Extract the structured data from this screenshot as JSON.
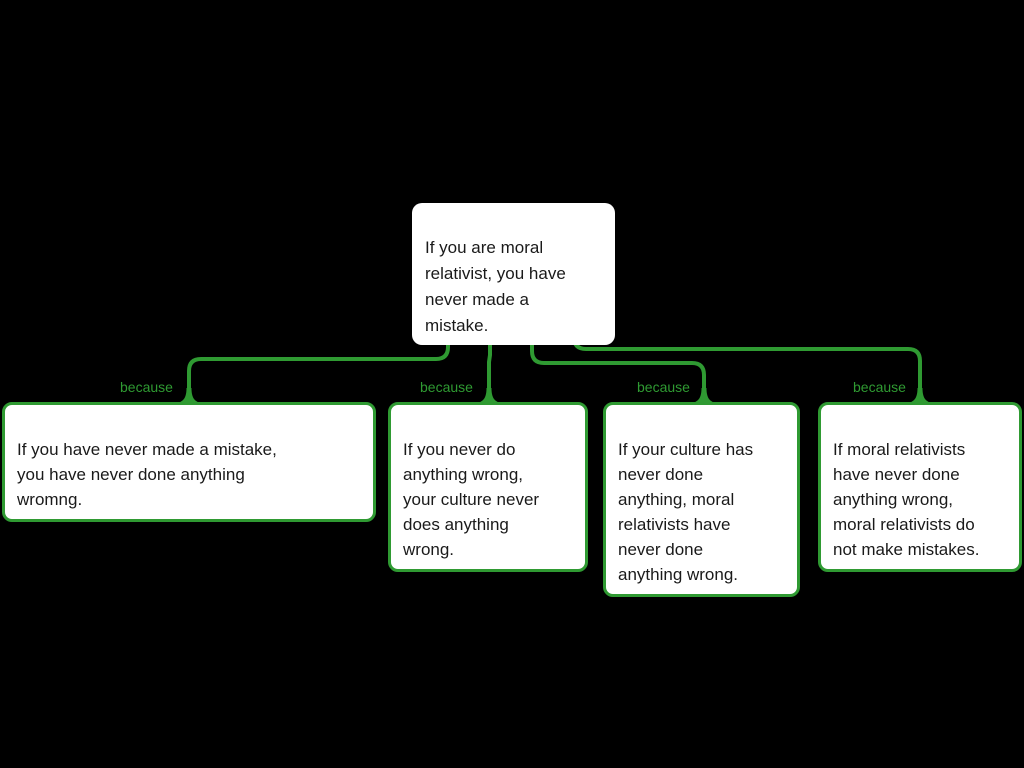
{
  "colors": {
    "background": "#000000",
    "green": "#2f9a32",
    "box_fill": "#ffffff",
    "text": "#1a1a1a"
  },
  "diagram": {
    "root": {
      "text": "If you are moral\nrelativist, you have\nnever made a\nmistake."
    },
    "reasons": [
      {
        "label": "because",
        "text": "If you have never made a mistake,\nyou have never done anything\nwromng."
      },
      {
        "label": "because",
        "text": "If you never do\nanything wrong,\nyour culture never\ndoes anything\nwrong."
      },
      {
        "label": "because",
        "text": "If your culture has\nnever done\nanything, moral\nrelativists have\nnever done\nanything wrong."
      },
      {
        "label": "because",
        "text": "If moral relativists\nhave never done\nanything wrong,\nmoral relativists do\nnot make mistakes."
      }
    ]
  }
}
